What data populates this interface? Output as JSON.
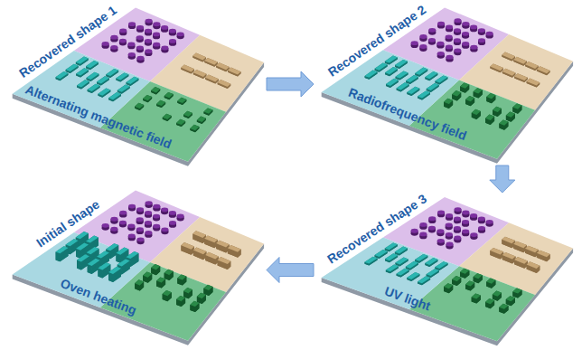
{
  "diagram": {
    "nodes": [
      {
        "text": [
          "Recovered shape 1",
          "Alternating magnetic field"
        ]
      },
      {
        "text": [
          "Recovered shape 2",
          "Radiofrequency field"
        ]
      },
      {
        "text": [
          "Recovered shape 3",
          "UV light"
        ]
      },
      {
        "text": [
          "Initial shape",
          "Oven heating"
        ]
      }
    ],
    "edges": [
      {
        "from": 0,
        "to": 1,
        "arrow": "to"
      },
      {
        "from": 1,
        "to": 2,
        "arrow": "to"
      },
      {
        "from": 2,
        "to": 3,
        "arrow": "to"
      }
    ]
  }
}
